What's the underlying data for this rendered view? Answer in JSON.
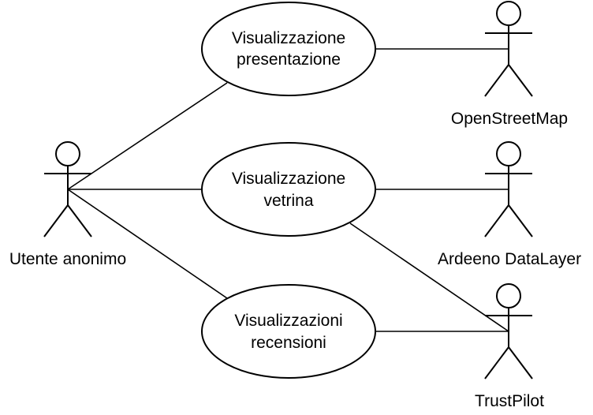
{
  "diagram": {
    "type": "use-case",
    "actors": [
      {
        "id": "utente",
        "name": "Utente anonimo"
      },
      {
        "id": "osm",
        "name": "OpenStreetMap"
      },
      {
        "id": "ardeeno",
        "name": "Ardeeno DataLayer"
      },
      {
        "id": "trustpilot",
        "name": "TrustPilot"
      }
    ],
    "use_cases": [
      {
        "id": "presentazione",
        "lines": [
          "Visualizzazione",
          "presentazione"
        ]
      },
      {
        "id": "vetrina",
        "lines": [
          "Visualizzazione",
          "vetrina"
        ]
      },
      {
        "id": "recensioni",
        "lines": [
          "Visualizzazioni",
          "recensioni"
        ]
      }
    ],
    "associations": [
      [
        "utente",
        "presentazione"
      ],
      [
        "utente",
        "vetrina"
      ],
      [
        "utente",
        "recensioni"
      ],
      [
        "presentazione",
        "osm"
      ],
      [
        "vetrina",
        "ardeeno"
      ],
      [
        "vetrina",
        "trustpilot"
      ],
      [
        "recensioni",
        "trustpilot"
      ]
    ]
  }
}
